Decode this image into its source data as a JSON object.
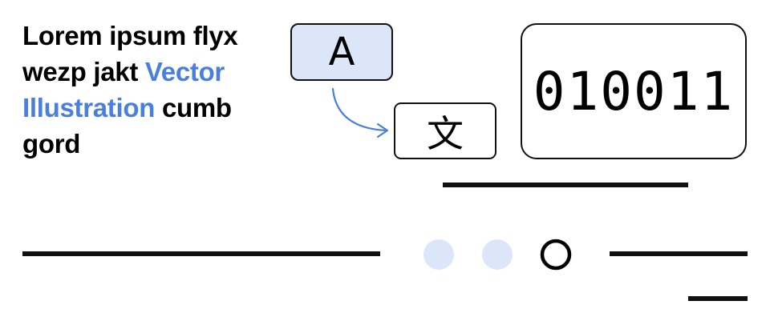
{
  "headline": {
    "text_before": "Lorem ipsum flyx wezp jakt ",
    "text_accent": "Vector Illustration",
    "text_after": " cumb gord"
  },
  "translation": {
    "source_char": "A",
    "target_char": "文"
  },
  "binary_display": {
    "value": "010011"
  },
  "colors": {
    "accent": "#4a7fe0",
    "key_fill": "#dbe6f8",
    "dot_fill": "#dbe6f8",
    "ink": "#000000"
  },
  "icons": {
    "translate_arrow": "curved-arrow-icon",
    "pager_dot_active": "ring-icon"
  }
}
